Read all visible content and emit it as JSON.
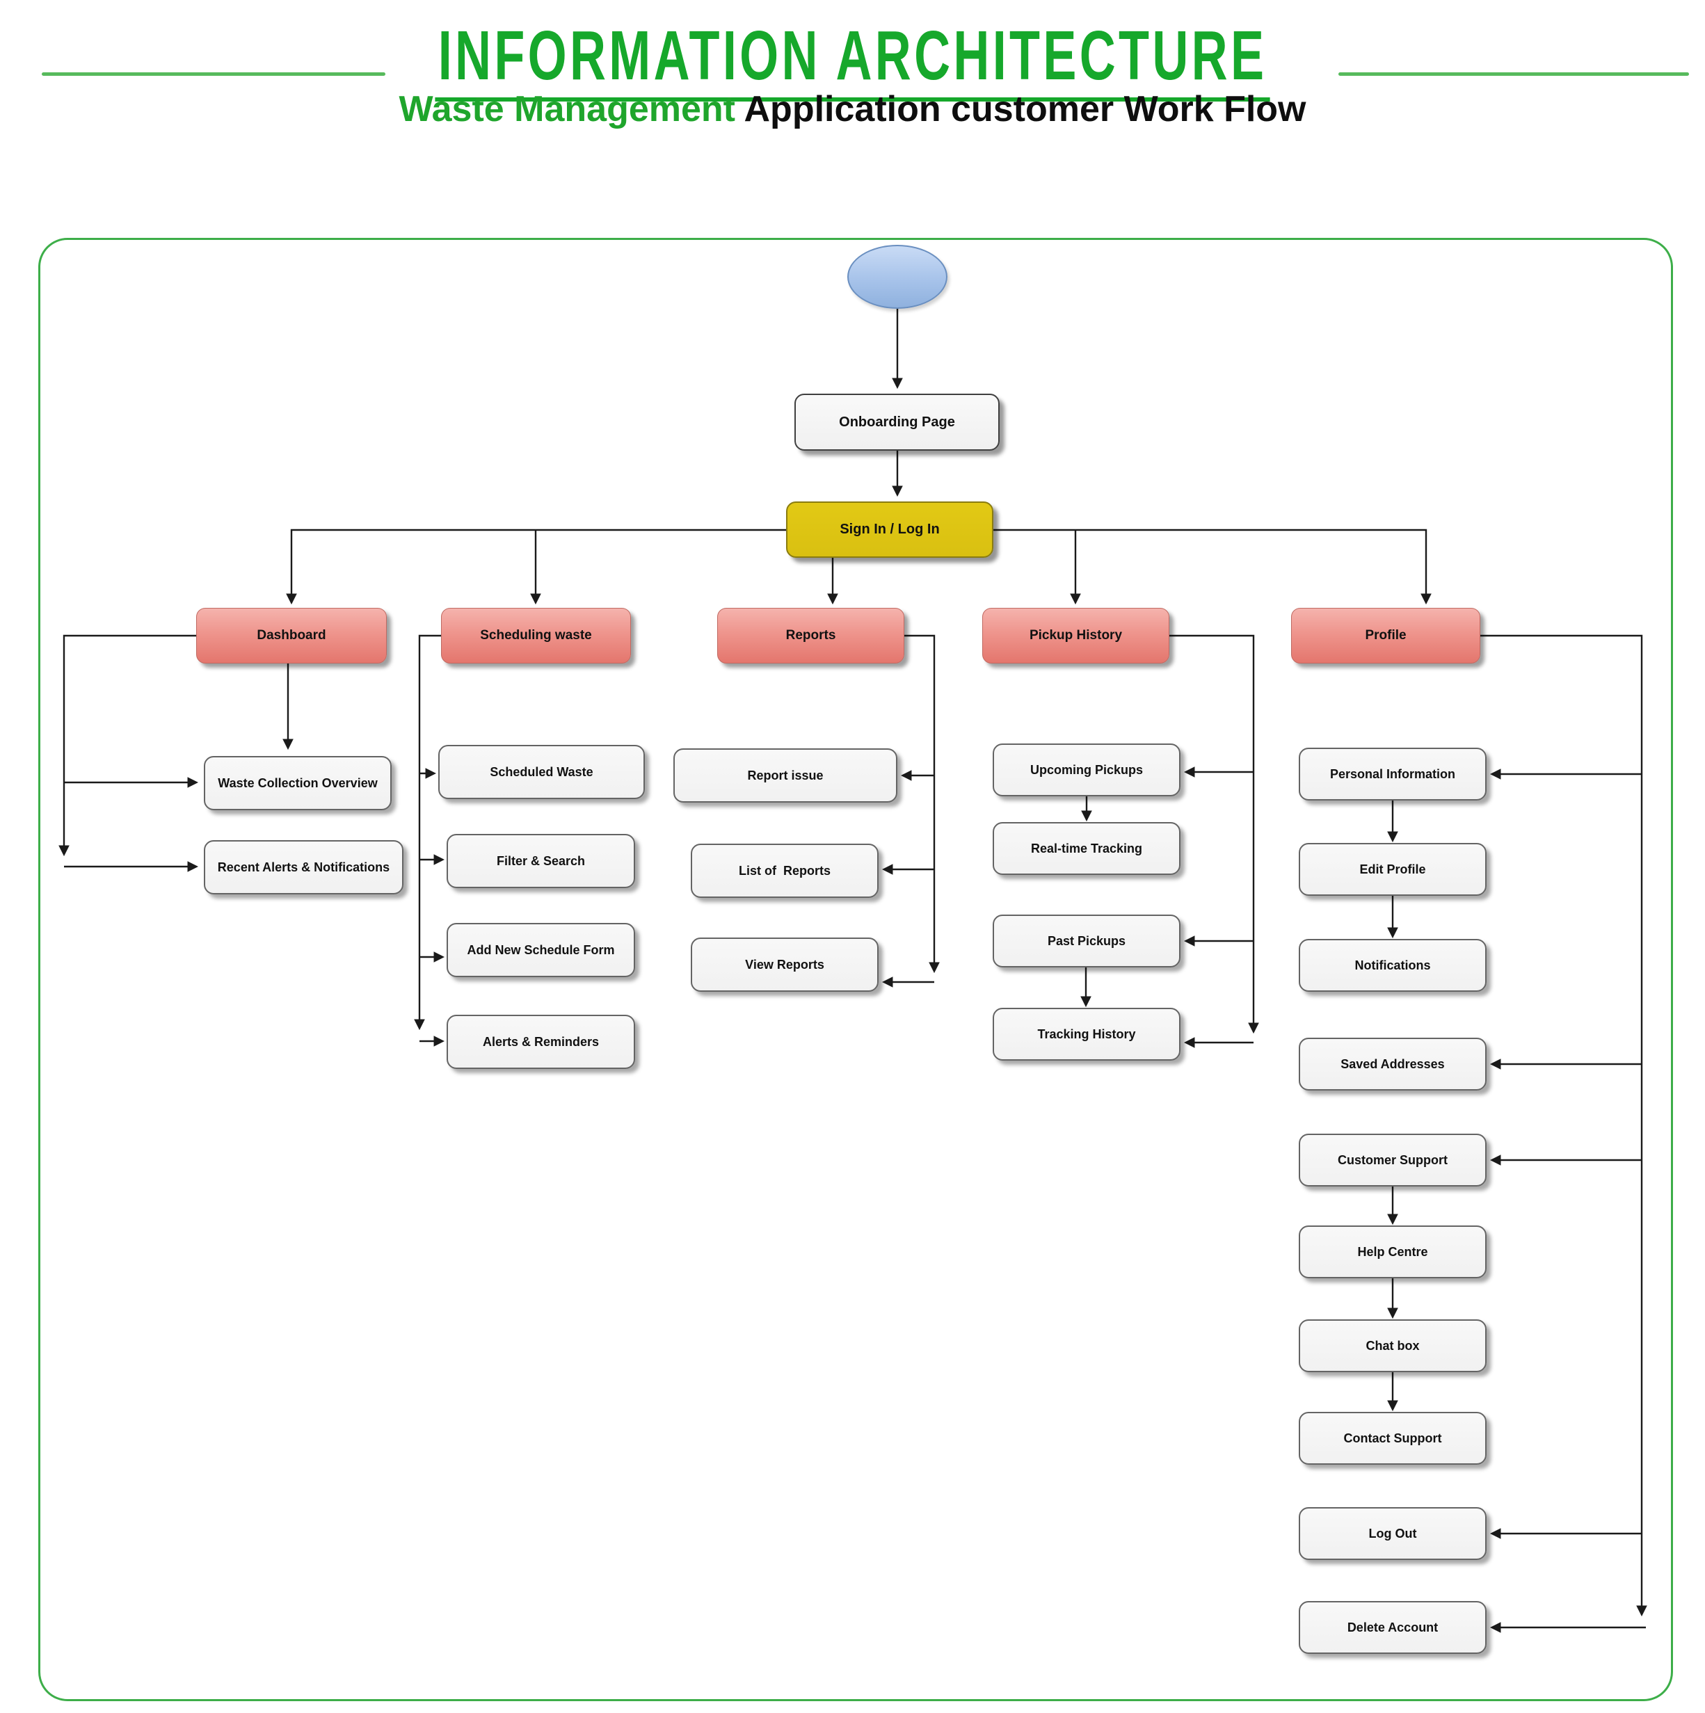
{
  "header": {
    "title": "INFORMATION ARCHITECTURE",
    "subtitle_highlight": "Waste Management",
    "subtitle_rest": " Application customer Work Flow"
  },
  "colors": {
    "title_green": "#16a82b",
    "side_line_green": "#57ba5c",
    "container_border_green": "#3dae49",
    "signin_yellow": "#ddc414",
    "section_red_top": "#f5b3ad",
    "section_red_bottom": "#e4766d",
    "node_gray": "#f5f5f5",
    "edge_black": "#1a1a1a",
    "start_ellipse_blue": "#a7c3ea"
  },
  "nodes": {
    "start": "",
    "onboarding": "Onboarding Page",
    "signin": "Sign In / Log In",
    "dashboard": "Dashboard",
    "scheduling": "Scheduling waste",
    "reports": "Reports",
    "pickup": "Pickup History",
    "profile": "Profile",
    "waste_collection_overview": "Waste Collection Overview",
    "recent_alerts": "Recent Alerts & Notifications",
    "scheduled_waste": "Scheduled Waste",
    "filter_search": "Filter & Search",
    "add_new_schedule": "Add New Schedule Form",
    "alerts_reminders": "Alerts & Reminders",
    "report_issue": "Report issue",
    "list_of_reports": "List of  Reports",
    "view_reports": "View Reports",
    "upcoming_pickups": "Upcoming Pickups",
    "realtime_tracking": "Real-time Tracking",
    "past_pickups": "Past Pickups",
    "tracking_history": "Tracking History",
    "personal_information": "Personal Information",
    "edit_profile": "Edit Profile",
    "notifications": "Notifications",
    "saved_addresses": "Saved Addresses",
    "customer_support": "Customer Support",
    "help_centre": "Help Centre",
    "chat_box": "Chat box",
    "contact_support": "Contact Support",
    "log_out": "Log Out",
    "delete_account": "Delete Account"
  }
}
